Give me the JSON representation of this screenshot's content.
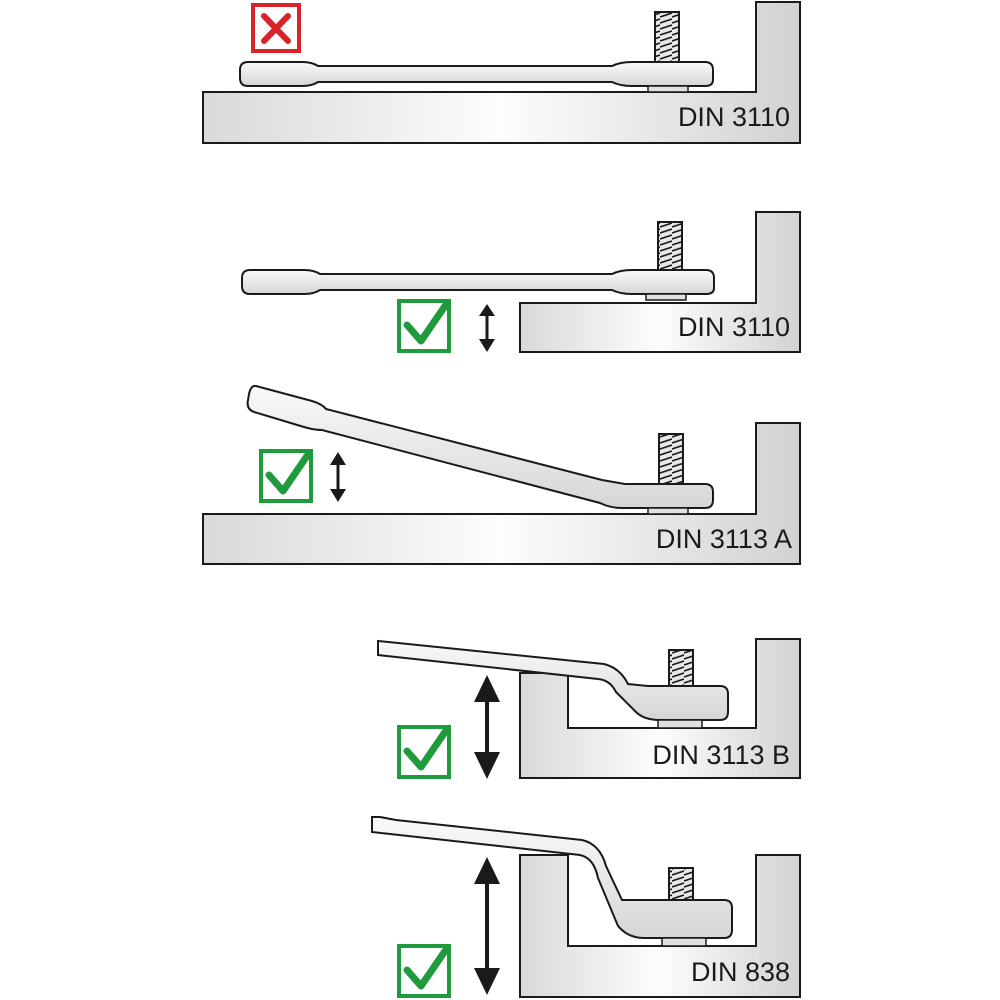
{
  "colors": {
    "outline": "#1a1a1a",
    "ok": "#1f9a3c",
    "bad": "#d8232a",
    "metal_light": "#fbfbfb",
    "metal_dark": "#d4d4d4"
  },
  "panels": [
    {
      "label": "DIN 3110",
      "status": "bad",
      "status_icon": "red-cross-icon"
    },
    {
      "label": "DIN 3110",
      "status": "ok",
      "status_icon": "green-check-icon",
      "clearance_icon": "double-arrow-icon"
    },
    {
      "label": "DIN 3113 A",
      "status": "ok",
      "status_icon": "green-check-icon",
      "clearance_icon": "double-arrow-icon"
    },
    {
      "label": "DIN 3113 B",
      "status": "ok",
      "status_icon": "green-check-icon",
      "clearance_icon": "double-arrow-icon"
    },
    {
      "label": "DIN 838",
      "status": "ok",
      "status_icon": "green-check-icon",
      "clearance_icon": "double-arrow-icon"
    }
  ]
}
